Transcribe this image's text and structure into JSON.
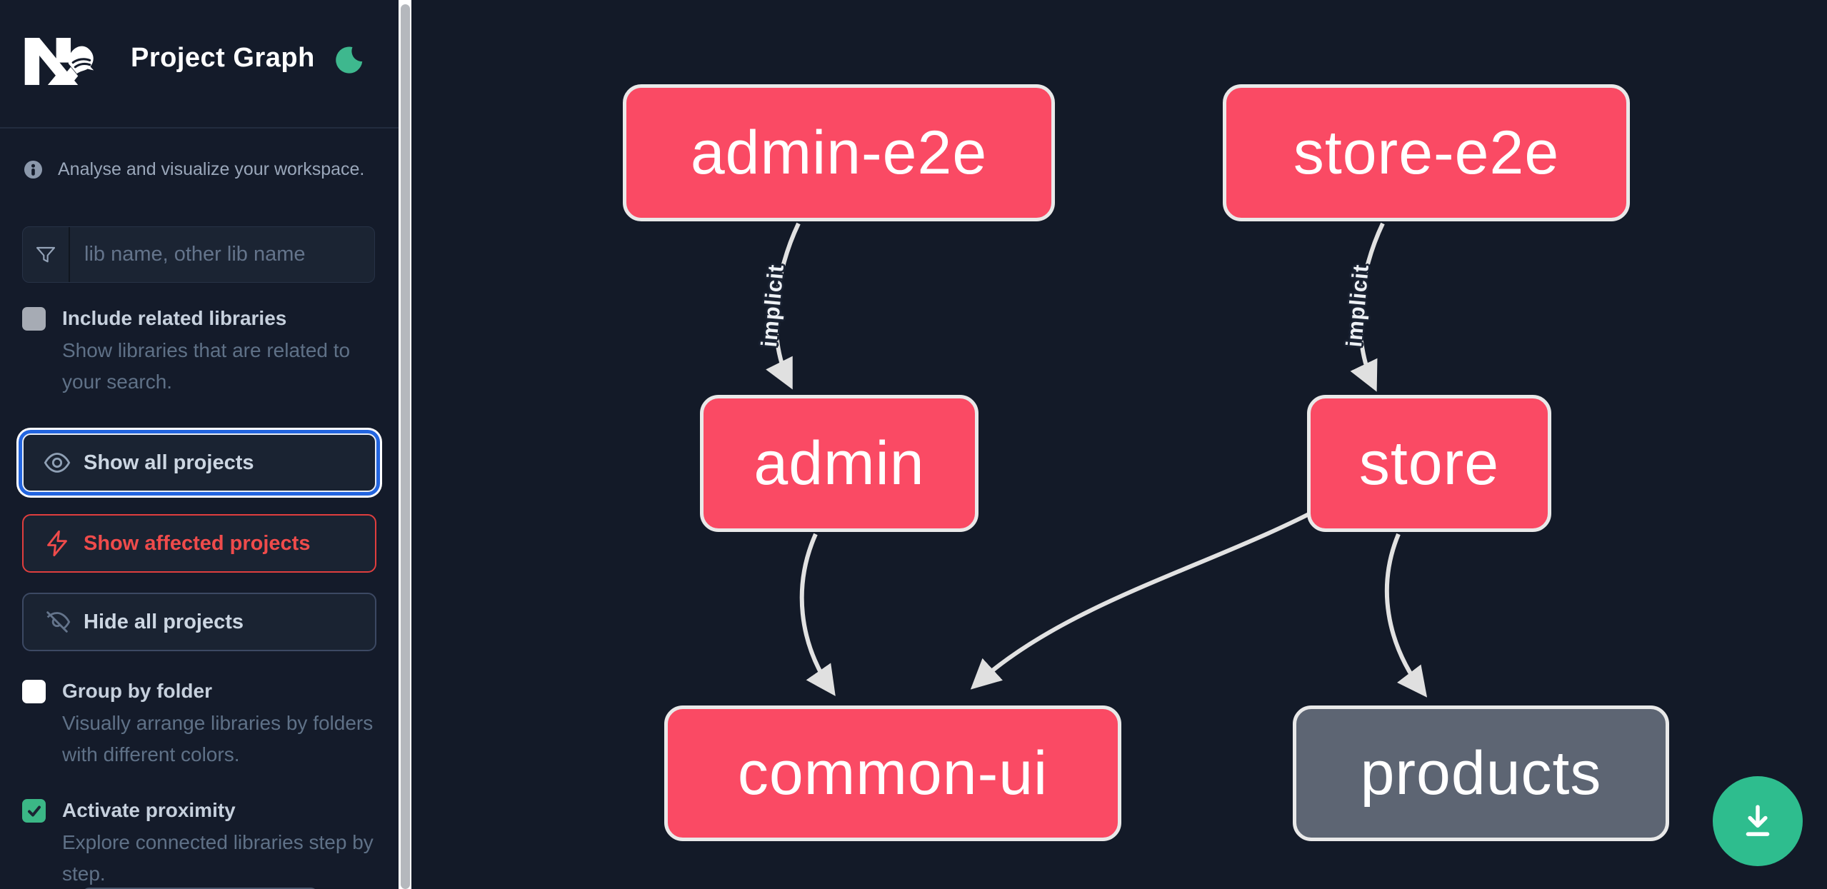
{
  "header": {
    "app_title": "Project Graph",
    "logo": "nx-logo",
    "theme_toggle_icon": "moon-icon"
  },
  "sidebar": {
    "tagline": "Analyse and visualize your workspace.",
    "search": {
      "placeholder": "lib name, other lib name",
      "value": "",
      "icon": "funnel-icon"
    },
    "include_related": {
      "label": "Include related libraries",
      "description": "Show libraries that are related to your search.",
      "checked": false
    },
    "actions": {
      "show_all": "Show all projects",
      "show_affected": "Show affected projects",
      "hide_all": "Hide all projects"
    },
    "group_by_folder": {
      "label": "Group by folder",
      "description": "Visually arrange libraries by folders with different colors.",
      "checked": false
    },
    "activate_proximity": {
      "label": "Activate proximity",
      "description": "Explore connected libraries step by step.",
      "checked": true
    }
  },
  "graph": {
    "nodes": [
      {
        "id": "admin-e2e",
        "label": "admin-e2e",
        "type": "affected"
      },
      {
        "id": "store-e2e",
        "label": "store-e2e",
        "type": "affected"
      },
      {
        "id": "admin",
        "label": "admin",
        "type": "affected"
      },
      {
        "id": "store",
        "label": "store",
        "type": "affected"
      },
      {
        "id": "common-ui",
        "label": "common-ui",
        "type": "affected"
      },
      {
        "id": "products",
        "label": "products",
        "type": "normal"
      }
    ],
    "edges": [
      {
        "from": "admin-e2e",
        "to": "admin",
        "label": "implicit"
      },
      {
        "from": "store-e2e",
        "to": "store",
        "label": "implicit"
      },
      {
        "from": "admin",
        "to": "common-ui",
        "label": ""
      },
      {
        "from": "store",
        "to": "common-ui",
        "label": ""
      },
      {
        "from": "store",
        "to": "products",
        "label": ""
      }
    ]
  },
  "fab": {
    "icon": "download-icon"
  },
  "colors": {
    "background": "#131a28",
    "panel": "#1b2433",
    "node_affected": "#fa4a64",
    "node_normal": "#5d6573",
    "node_border": "#e9e9e9",
    "edge": "#e2e2e2",
    "focus_ring_blue": "#2365df",
    "affected_red": "#ef4b4b",
    "green_accent": "#2ebd8e",
    "checkbox_green": "#3bb786",
    "moon_green": "#3eb88e",
    "muted_text": "#5f7187",
    "label_text": "#c6d0dd"
  }
}
